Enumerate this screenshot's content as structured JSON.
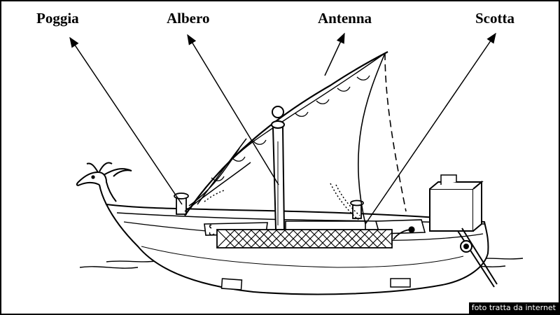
{
  "labels": {
    "poggia": "Poggia",
    "albero": "Albero",
    "antenna": "Antenna",
    "scotta": "Scotta"
  },
  "credit": "foto tratta da internet",
  "colors": {
    "ink": "#000000",
    "paper": "#ffffff"
  }
}
